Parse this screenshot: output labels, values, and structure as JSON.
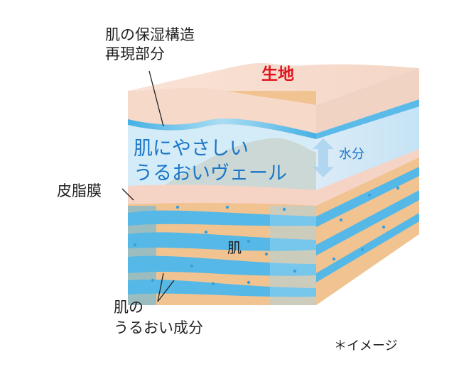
{
  "labels": {
    "structure_line1": "肌の保湿構造",
    "structure_line2": "再現部分",
    "fabric": "生地",
    "veil_line1": "肌にやさしい",
    "veil_line2": "うるおいヴェール",
    "moisture": "水分",
    "sebum": "皮脂膜",
    "skin": "肌",
    "ingredient_line1": "肌の",
    "ingredient_line2": "うるおい成分",
    "note": "＊イメージ"
  },
  "colors": {
    "fabric": "#f7dccd",
    "blue_line": "#4fb6e6",
    "veil": "#d6ecf8",
    "skin_orange": "#f1c391",
    "skin_blue": "#56b8e6",
    "red_text": "#e0141e",
    "blue_text": "#1a76c8"
  }
}
